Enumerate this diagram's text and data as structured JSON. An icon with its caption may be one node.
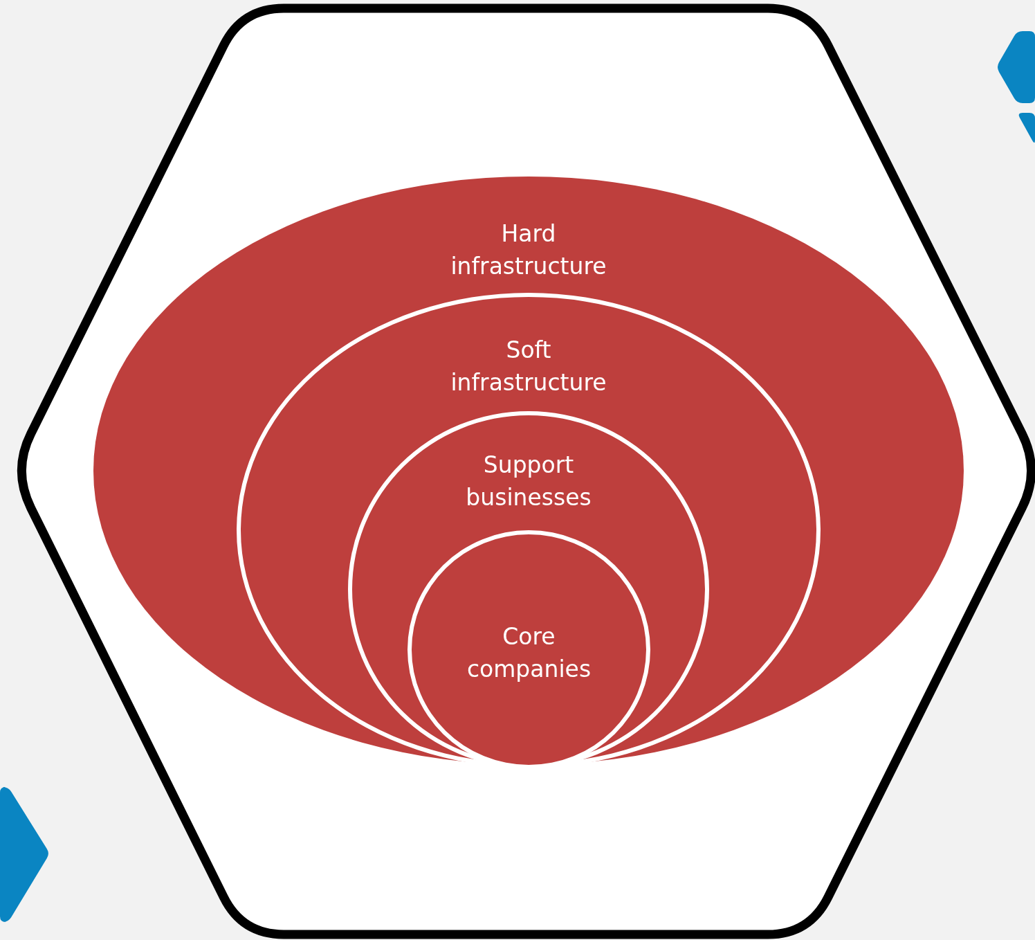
{
  "diagram": {
    "nodes": [
      {
        "text": [
          "Hard infrastructure"
        ]
      },
      {
        "text": [
          "Soft infrastructure"
        ],
        "in": 0
      },
      {
        "text": [
          "Support businesses"
        ],
        "in": 1
      },
      {
        "text": [
          "Core companies"
        ],
        "in": 2
      }
    ]
  }
}
